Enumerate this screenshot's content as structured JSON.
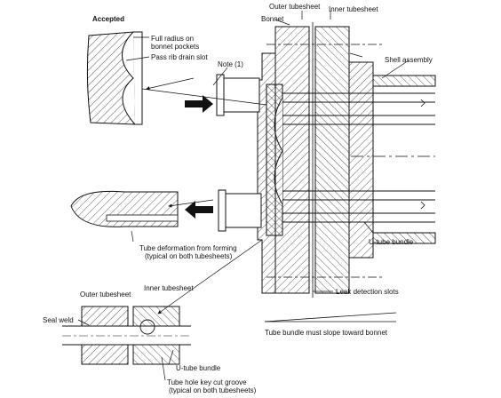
{
  "labels": {
    "accepted": "Accepted",
    "full_radius": "Full radius on",
    "full_radius_2": "bonnet pockets",
    "pass_rib": "Pass rib drain slot",
    "note": "Note (1)",
    "bonnet": "Bonnet",
    "outer_tubesheet_top": "Outer tubesheet",
    "inner_tubesheet_top": "Inner tubesheet",
    "shell_assembly": "Shell assembly",
    "tube_deformation": "Tube deformation from forming",
    "tube_deformation_2": "(typical on both tubesheets)",
    "u_tube_bundle_right": "U-tube bundle",
    "leak_detection": "Leak detection slots",
    "tube_bundle_slope": "Tube bundle must slope toward bonnet",
    "outer_tubesheet_bottom": "Outer tubesheet",
    "inner_tubesheet_bottom": "Inner tubesheet",
    "seal_weld": "Seal weld",
    "u_tube_bundle_bottom": "U-tube bundle",
    "tube_hole_key": "Tube hole key cut groove",
    "tube_hole_key_2": "(typical on both tubesheets)"
  },
  "colors": {
    "line": "#111111",
    "hatch": "#222222",
    "fill": "#ffffff"
  }
}
